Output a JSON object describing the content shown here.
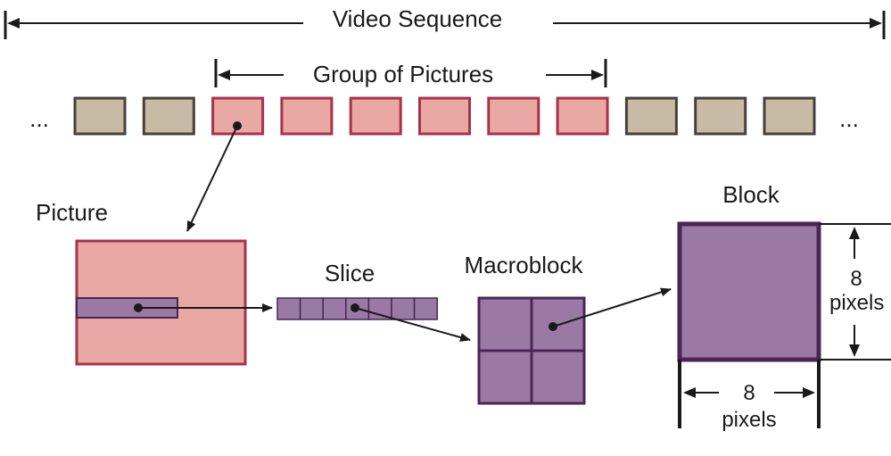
{
  "labels": {
    "video_sequence": "Video Sequence",
    "group_of_pictures": "Group of Pictures",
    "picture": "Picture",
    "slice": "Slice",
    "macroblock": "Macroblock",
    "block": "Block",
    "ellipsis": "...",
    "block_height_value": "8",
    "block_height_unit": "pixels",
    "block_width_value": "8",
    "block_width_unit": "pixels"
  },
  "frames": {
    "count": 11,
    "gop_indices": [
      2,
      3,
      4,
      5,
      6,
      7
    ]
  },
  "colors": {
    "background_frame_fill": "#c8bba6",
    "background_frame_border": "#4a3f3a",
    "gop_frame_fill": "#e9a8a4",
    "gop_frame_border": "#a8324a",
    "purple_fill": "#9a79a4",
    "purple_border": "#4b2556",
    "ink": "#1a1a1a"
  },
  "structure": {
    "slice_cells": 7,
    "macroblock_grid": [
      2,
      2
    ]
  }
}
